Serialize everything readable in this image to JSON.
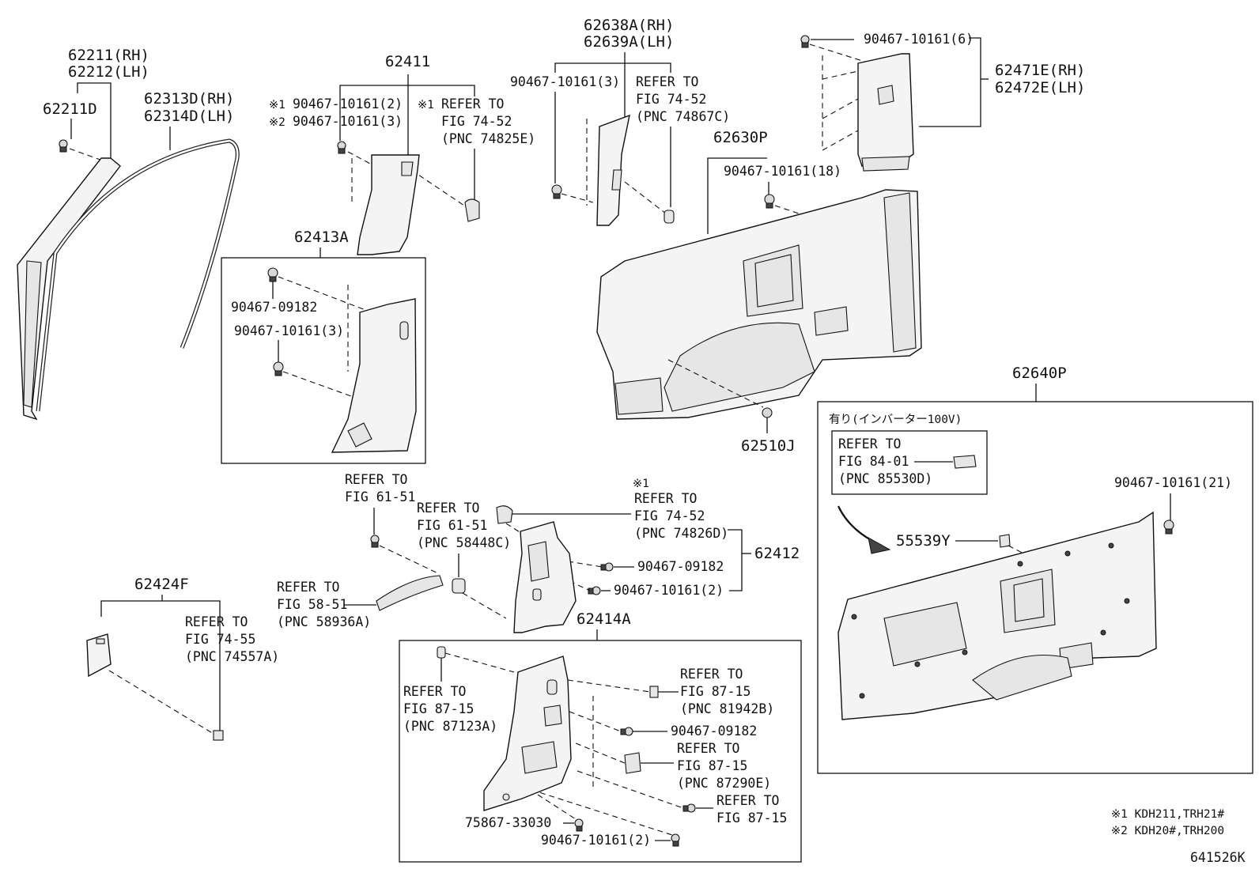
{
  "labels": {
    "p62211": "62211(RH)",
    "p62212": "62212(LH)",
    "p62211d": "62211D",
    "p62313d": "62313D(RH)",
    "p62314d": "62314D(LH)",
    "p62411": "62411",
    "p62411_clip1": "90467-10161(2)",
    "p62411_clip2": "90467-10161(3)",
    "p62411_note1_mark": "※1",
    "p62411_note2_mark": "※2",
    "p62411_ref_mark": "※1",
    "p62411_ref1": "REFER TO",
    "p62411_ref2": "FIG 74-52",
    "p62411_ref3": "(PNC 74825E)",
    "p62413a": "62413A",
    "p62413a_clip1": "90467-09182",
    "p62413a_clip2": "90467-10161(3)",
    "p62638a": "62638A(RH)",
    "p62639a": "62639A(LH)",
    "p62638_clip": "90467-10161(3)",
    "p62638_ref1": "REFER TO",
    "p62638_ref2": "FIG 74-52",
    "p62638_ref3": "(PNC 74867C)",
    "p62471_clip": "90467-10161(6)",
    "p62471e": "62471E(RH)",
    "p62472e": "62472E(LH)",
    "p62630p": "62630P",
    "p62630_clip": "90467-10161(18)",
    "p62510j": "62510J",
    "p62640p": "62640P",
    "p62640_cond": "有り(インバーター100V)",
    "p62640_ref1": "REFER TO",
    "p62640_ref2": "FIG 84-01",
    "p62640_ref3": "(PNC 85530D)",
    "p62640_clip": "90467-10161(21)",
    "p55539y": "55539Y",
    "p62412_ref61a1": "REFER TO",
    "p62412_ref61a2": "FIG 61-51",
    "p62412_ref61b1": "REFER TO",
    "p62412_ref61b2": "FIG 61-51",
    "p62412_ref61b3": "(PNC 58448C)",
    "p62412_ref74_mark": "※1",
    "p62412_ref74_1": "REFER TO",
    "p62412_ref74_2": "FIG 74-52",
    "p62412_ref74_3": "(PNC 74826D)",
    "p62412_clip1": "90467-09182",
    "p62412_clip2": "90467-10161(2)",
    "p62412": "62412",
    "p62412_ref58_1": "REFER TO",
    "p62412_ref58_2": "FIG 58-51",
    "p62412_ref58_3": "(PNC 58936A)",
    "p62424f": "62424F",
    "p62424_ref1": "REFER TO",
    "p62424_ref2": "FIG 74-55",
    "p62424_ref3": "(PNC 74557A)",
    "p62414a": "62414A",
    "p62414_ref87a1": "REFER TO",
    "p62414_ref87a2": "FIG 87-15",
    "p62414_ref87a3": "(PNC 87123A)",
    "p62414_ref87b1": "REFER TO",
    "p62414_ref87b2": "FIG 87-15",
    "p62414_ref87b3": "(PNC 81942B)",
    "p62414_clip1": "90467-09182",
    "p62414_ref87c1": "REFER TO",
    "p62414_ref87c2": "FIG 87-15",
    "p62414_ref87c3": "(PNC 87290E)",
    "p62414_ref87d1": "REFER TO",
    "p62414_ref87d2": "FIG 87-15",
    "p75867": "75867-33030",
    "p62414_clip2": "90467-10161(2)",
    "note1": "※1 KDH211,TRH21#",
    "note2": "※2 KDH20#,TRH200",
    "figcode": "641526K"
  },
  "icons": {
    "clip": "push-clip-icon",
    "arrow": "curved-arrow-icon"
  }
}
